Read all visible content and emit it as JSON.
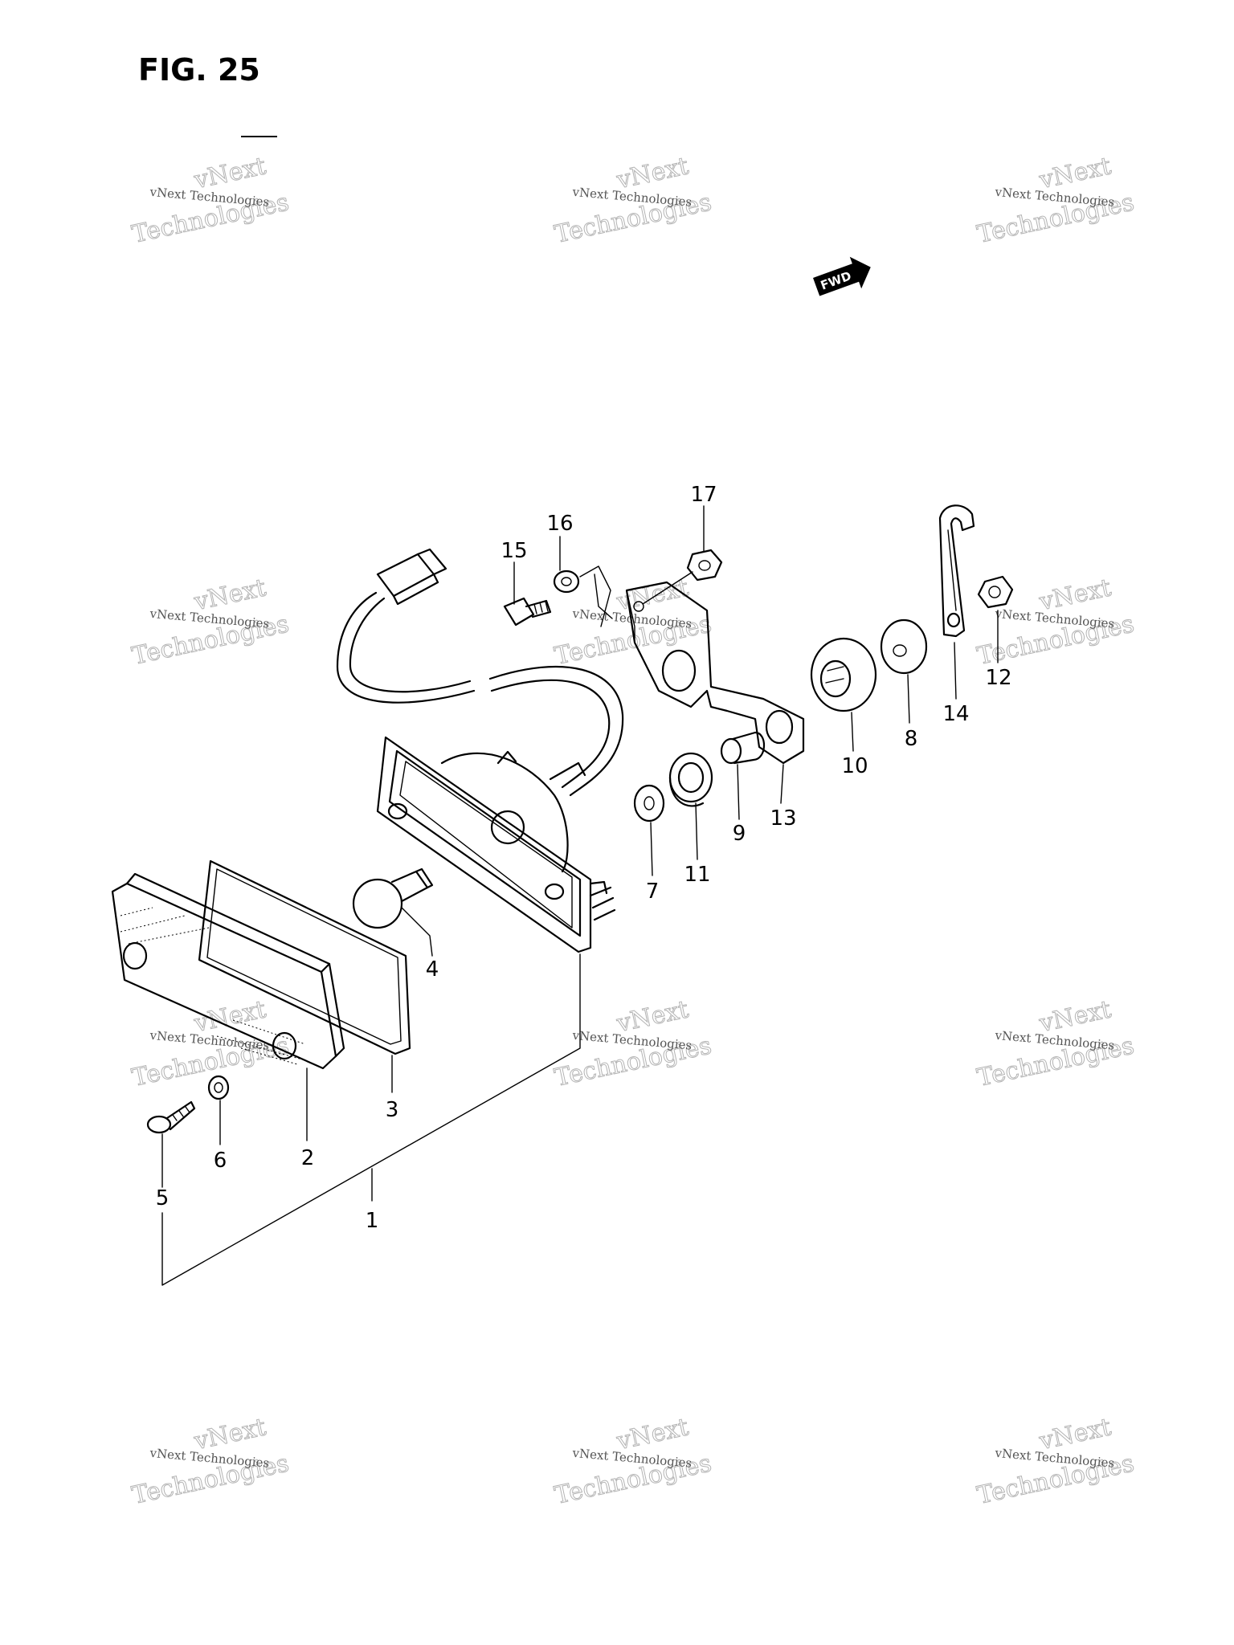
{
  "figure": {
    "title": "FIG. 25",
    "direction_badge": "FWD"
  },
  "watermark": {
    "line_small": "vNext Technologies",
    "line_large_1": "vNext",
    "line_large_2": "Technologies"
  },
  "callouts": [
    {
      "id": "1",
      "label": "1"
    },
    {
      "id": "2",
      "label": "2"
    },
    {
      "id": "3",
      "label": "3"
    },
    {
      "id": "4",
      "label": "4"
    },
    {
      "id": "5",
      "label": "5"
    },
    {
      "id": "6",
      "label": "6"
    },
    {
      "id": "7",
      "label": "7"
    },
    {
      "id": "8",
      "label": "8"
    },
    {
      "id": "9",
      "label": "9"
    },
    {
      "id": "10",
      "label": "10"
    },
    {
      "id": "11",
      "label": "11"
    },
    {
      "id": "12",
      "label": "12"
    },
    {
      "id": "13",
      "label": "13"
    },
    {
      "id": "14",
      "label": "14"
    },
    {
      "id": "15",
      "label": "15"
    },
    {
      "id": "16",
      "label": "16"
    },
    {
      "id": "17",
      "label": "17"
    }
  ]
}
